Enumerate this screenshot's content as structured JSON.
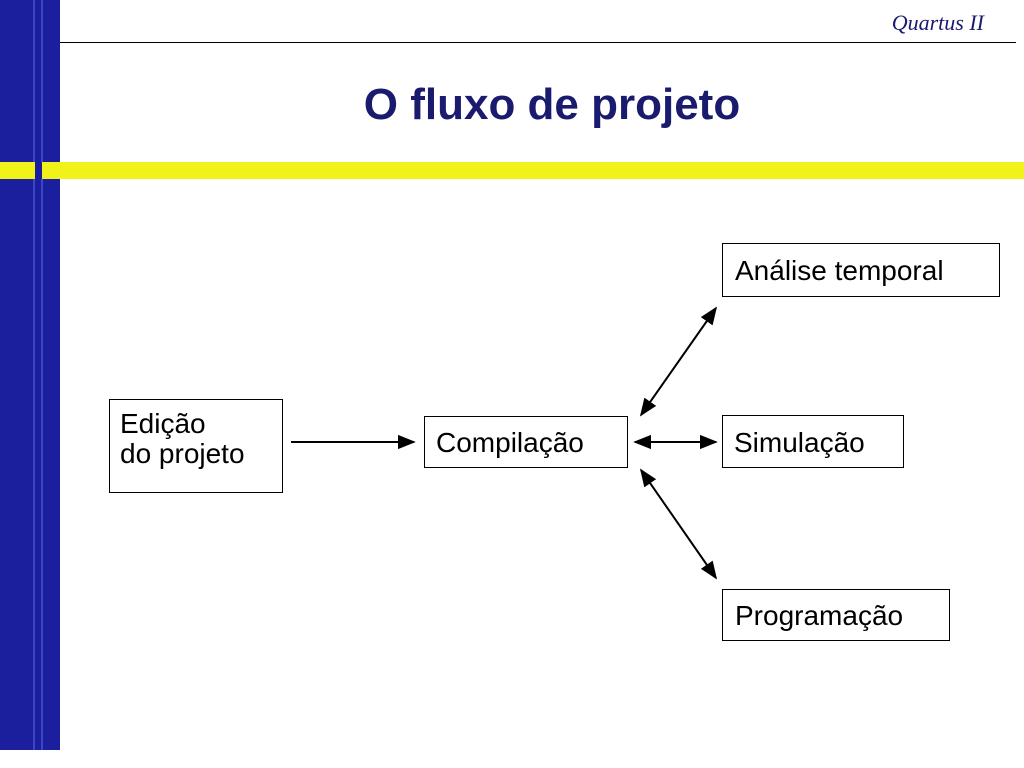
{
  "header": {
    "label": "Quartus II"
  },
  "slide": {
    "title": "O fluxo de projeto"
  },
  "diagram": {
    "nodes": {
      "edicao": {
        "line1": "Edição",
        "line2": "do projeto"
      },
      "compilacao": "Compilação",
      "analise": "Análise temporal",
      "simulacao": "Simulação",
      "programacao": "Programação"
    },
    "edges": [
      {
        "from": "Edição do projeto",
        "to": "Compilação",
        "direction": "forward"
      },
      {
        "from": "Compilação",
        "to": "Análise temporal",
        "direction": "both"
      },
      {
        "from": "Compilação",
        "to": "Simulação",
        "direction": "both"
      },
      {
        "from": "Compilação",
        "to": "Programação",
        "direction": "both"
      }
    ]
  },
  "colors": {
    "band_blue": "#1b1f9e",
    "bar_yellow": "#f2f21b",
    "title_navy": "#1a1a6e"
  }
}
